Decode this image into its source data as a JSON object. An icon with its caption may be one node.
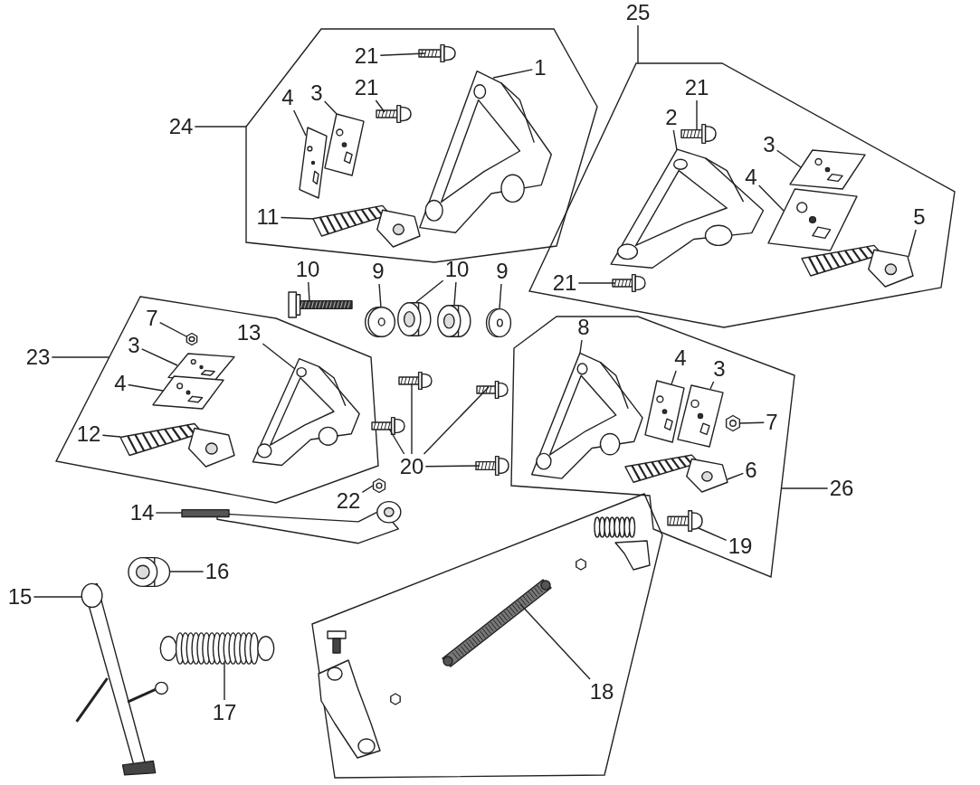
{
  "diagram": {
    "nodes": [
      {
        "text": [],
        "shape": "polygon"
      },
      {
        "text": [
          "21"
        ],
        "in": 0
      },
      {
        "text": [],
        "shape": "picture",
        "in": 0
      },
      {
        "text": [
          "21"
        ],
        "in": 0
      },
      {
        "text": [],
        "shape": "picture",
        "in": 0
      },
      {
        "text": [
          "1"
        ],
        "in": 0
      },
      {
        "text": [],
        "shape": "picture",
        "in": 0
      },
      {
        "text": [
          "4"
        ],
        "in": 0
      },
      {
        "text": [],
        "shape": "box",
        "in": 0
      },
      {
        "text": [
          "3"
        ],
        "in": 0
      },
      {
        "text": [],
        "shape": "box",
        "in": 0
      },
      {
        "text": [
          "11"
        ],
        "in": 0
      },
      {
        "text": [],
        "shape": "picture",
        "in": 0
      },
      {
        "text": [
          "24"
        ]
      },
      {
        "text": [
          "25"
        ]
      },
      {
        "text": [],
        "shape": "polygon"
      },
      {
        "text": [
          "2"
        ],
        "in": 15
      },
      {
        "text": [],
        "shape": "picture",
        "in": 15
      },
      {
        "text": [
          "21"
        ],
        "in": 15
      },
      {
        "text": [],
        "shape": "picture",
        "in": 15
      },
      {
        "text": [
          "3"
        ],
        "in": 15
      },
      {
        "text": [],
        "shape": "box",
        "in": 15
      },
      {
        "text": [
          "4"
        ],
        "in": 15
      },
      {
        "text": [],
        "shape": "box",
        "in": 15
      },
      {
        "text": [
          "5"
        ],
        "in": 15
      },
      {
        "text": [],
        "shape": "picture",
        "in": 15
      },
      {
        "text": [
          "21"
        ],
        "in": 15
      },
      {
        "text": [],
        "shape": "picture",
        "in": 15
      },
      {
        "text": [
          "10"
        ]
      },
      {
        "text": [],
        "shape": "picture"
      },
      {
        "text": [
          "9"
        ]
      },
      {
        "text": [],
        "shape": "picture"
      },
      {
        "text": [
          "10"
        ]
      },
      {
        "text": [],
        "shape": "picture"
      },
      {
        "text": [],
        "shape": "picture"
      },
      {
        "text": [
          "9"
        ]
      },
      {
        "text": [],
        "shape": "picture"
      },
      {
        "text": [
          "23"
        ]
      },
      {
        "text": [],
        "shape": "polygon"
      },
      {
        "text": [
          "7"
        ],
        "in": 38
      },
      {
        "text": [],
        "shape": "picture",
        "in": 38
      },
      {
        "text": [
          "3"
        ],
        "in": 38
      },
      {
        "text": [],
        "shape": "box",
        "in": 38
      },
      {
        "text": [
          "4"
        ],
        "in": 38
      },
      {
        "text": [],
        "shape": "box",
        "in": 38
      },
      {
        "text": [
          "13"
        ],
        "in": 38
      },
      {
        "text": [],
        "shape": "picture",
        "in": 38
      },
      {
        "text": [
          "12"
        ],
        "in": 38
      },
      {
        "text": [],
        "shape": "picture",
        "in": 38
      },
      {
        "text": [
          "22"
        ]
      },
      {
        "text": [],
        "shape": "picture"
      },
      {
        "text": [
          "20"
        ]
      },
      {
        "text": [],
        "shape": "picture"
      },
      {
        "text": [],
        "shape": "picture"
      },
      {
        "text": [],
        "shape": "picture"
      },
      {
        "text": [],
        "shape": "picture"
      },
      {
        "text": [],
        "shape": "polygon"
      },
      {
        "text": [
          "8"
        ],
        "in": 56
      },
      {
        "text": [],
        "shape": "picture",
        "in": 56
      },
      {
        "text": [
          "4"
        ],
        "in": 56
      },
      {
        "text": [],
        "shape": "box",
        "in": 56
      },
      {
        "text": [
          "3"
        ],
        "in": 56
      },
      {
        "text": [],
        "shape": "box",
        "in": 56
      },
      {
        "text": [
          "7"
        ],
        "in": 56
      },
      {
        "text": [],
        "shape": "picture",
        "in": 56
      },
      {
        "text": [
          "6"
        ],
        "in": 56
      },
      {
        "text": [],
        "shape": "picture",
        "in": 56
      },
      {
        "text": [
          "19"
        ],
        "in": 56
      },
      {
        "text": [],
        "shape": "picture",
        "in": 56
      },
      {
        "text": [
          "26"
        ]
      },
      {
        "text": [
          "14"
        ]
      },
      {
        "text": [],
        "shape": "picture"
      },
      {
        "text": [
          "16"
        ]
      },
      {
        "text": [],
        "shape": "picture"
      },
      {
        "text": [
          "15"
        ]
      },
      {
        "text": [],
        "shape": "picture"
      },
      {
        "text": [
          "17"
        ]
      },
      {
        "text": [],
        "shape": "picture"
      },
      {
        "text": [],
        "shape": "polygon"
      },
      {
        "text": [
          "18"
        ],
        "in": 78
      },
      {
        "text": [],
        "shape": "picture",
        "in": 78
      }
    ],
    "edges": [
      {
        "from": 1,
        "to": 2,
        "arrow": "none"
      },
      {
        "from": 3,
        "to": 4,
        "arrow": "none"
      },
      {
        "from": 5,
        "to": 6,
        "arrow": "none"
      },
      {
        "from": 7,
        "to": 8,
        "arrow": "none"
      },
      {
        "from": 9,
        "to": 10,
        "arrow": "none"
      },
      {
        "from": 11,
        "to": 12,
        "arrow": "none"
      },
      {
        "from": 13,
        "to": 0,
        "arrow": "none"
      },
      {
        "from": 14,
        "to": 15,
        "arrow": "none"
      },
      {
        "from": 16,
        "to": 17,
        "arrow": "none"
      },
      {
        "from": 18,
        "to": 19,
        "arrow": "none"
      },
      {
        "from": 20,
        "to": 21,
        "arrow": "none"
      },
      {
        "from": 22,
        "to": 23,
        "arrow": "none"
      },
      {
        "from": 24,
        "to": 25,
        "arrow": "none"
      },
      {
        "from": 26,
        "to": 27,
        "arrow": "none"
      },
      {
        "from": 28,
        "to": 29,
        "arrow": "none"
      },
      {
        "from": 30,
        "to": 31,
        "arrow": "none"
      },
      {
        "from": 32,
        "to": 33,
        "arrow": "none"
      },
      {
        "from": 32,
        "to": 34,
        "arrow": "none"
      },
      {
        "from": 35,
        "to": 36,
        "arrow": "none"
      },
      {
        "from": 37,
        "to": 38,
        "arrow": "none"
      },
      {
        "from": 39,
        "to": 40,
        "arrow": "none"
      },
      {
        "from": 41,
        "to": 42,
        "arrow": "none"
      },
      {
        "from": 43,
        "to": 44,
        "arrow": "none"
      },
      {
        "from": 45,
        "to": 46,
        "arrow": "none"
      },
      {
        "from": 47,
        "to": 48,
        "arrow": "none"
      },
      {
        "from": 49,
        "to": 50,
        "arrow": "none"
      },
      {
        "from": 51,
        "to": 52,
        "arrow": "none"
      },
      {
        "from": 51,
        "to": 53,
        "arrow": "none"
      },
      {
        "from": 51,
        "to": 54,
        "arrow": "none"
      },
      {
        "from": 51,
        "to": 55,
        "arrow": "none"
      },
      {
        "from": 57,
        "to": 58,
        "arrow": "none"
      },
      {
        "from": 59,
        "to": 60,
        "arrow": "none"
      },
      {
        "from": 61,
        "to": 62,
        "arrow": "none"
      },
      {
        "from": 63,
        "to": 64,
        "arrow": "none"
      },
      {
        "from": 65,
        "to": 66,
        "arrow": "none"
      },
      {
        "from": 67,
        "to": 68,
        "arrow": "none"
      },
      {
        "from": 69,
        "to": 56,
        "arrow": "none"
      },
      {
        "from": 70,
        "to": 71,
        "arrow": "none"
      },
      {
        "from": 72,
        "to": 73,
        "arrow": "none"
      },
      {
        "from": 74,
        "to": 75,
        "arrow": "none"
      },
      {
        "from": 76,
        "to": 77,
        "arrow": "none"
      },
      {
        "from": 79,
        "to": 80,
        "arrow": "none"
      }
    ]
  }
}
